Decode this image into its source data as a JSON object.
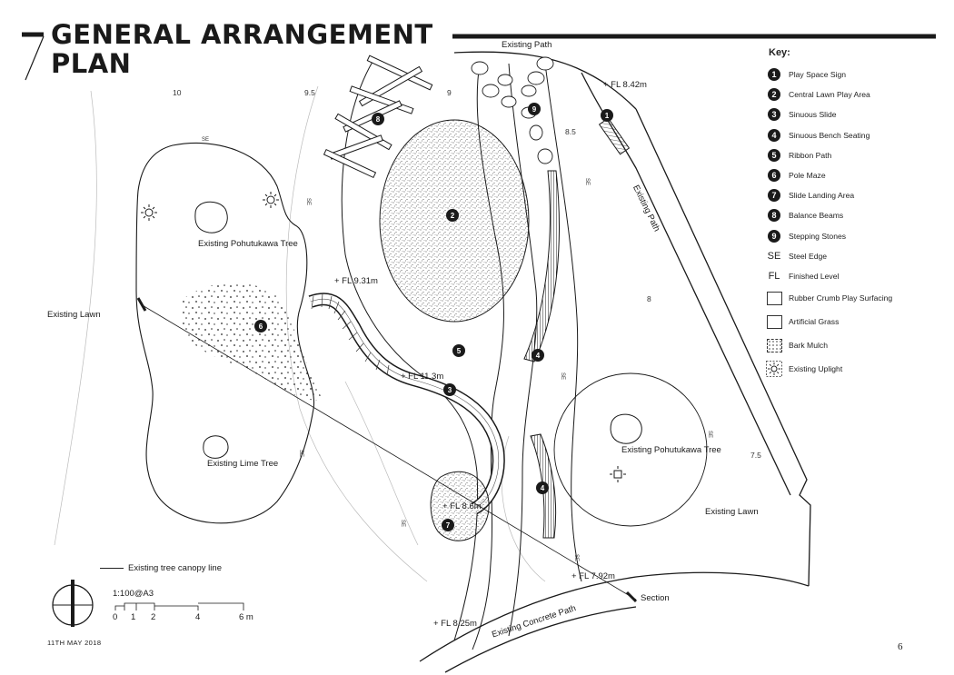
{
  "title": {
    "line1": "GENERAL ARRANGEMENT",
    "line2": "PLAN"
  },
  "key": {
    "heading": "Key:",
    "items": [
      {
        "marker": "1",
        "label": "Play Space Sign"
      },
      {
        "marker": "2",
        "label": "Central Lawn Play Area"
      },
      {
        "marker": "3",
        "label": "Sinuous Slide"
      },
      {
        "marker": "4",
        "label": "Sinuous Bench Seating"
      },
      {
        "marker": "5",
        "label": "Ribbon Path"
      },
      {
        "marker": "6",
        "label": "Pole Maze"
      },
      {
        "marker": "7",
        "label": "Slide Landing Area"
      },
      {
        "marker": "8",
        "label": "Balance Beams"
      },
      {
        "marker": "9",
        "label": "Stepping Stones"
      }
    ],
    "abbreviations": [
      {
        "marker": "SE",
        "label": "Steel Edge"
      },
      {
        "marker": "FL",
        "label": "Finished Level"
      }
    ],
    "materials": [
      {
        "pattern": "rubber-crumb",
        "label": "Rubber Crumb Play Surfacing"
      },
      {
        "pattern": "artificial-grass",
        "label": "Artificial Grass"
      },
      {
        "pattern": "bark-mulch",
        "label": "Bark Mulch"
      },
      {
        "pattern": "uplight-icon",
        "label": "Existing Uplight"
      }
    ]
  },
  "plan_labels": {
    "existing_path_top": "Existing Path",
    "existing_path_right": "Existing Path",
    "fl_842": "+ FL 8.42m",
    "fl_931": "+ FL 9.31m",
    "fl_113": "+ FL 11.3m",
    "fl_86": "+ FL 8.6m",
    "fl_792": "+ FL 7.92m",
    "fl_825": "+ FL 8.25m",
    "existing_lawn_left": "Existing Lawn",
    "existing_lawn_right": "Existing Lawn",
    "pohutukawa_left": "Existing Pohutukawa Tree",
    "pohutukawa_right": "Existing Pohutukawa Tree",
    "lime_tree": "Existing Lime Tree",
    "concrete_path": "Existing Concrete Path",
    "section": "Section",
    "se": "SE"
  },
  "contours": [
    "10",
    "9.5",
    "9",
    "8.5",
    "8",
    "7.5"
  ],
  "legend": {
    "canopy_line": "Existing tree canopy line",
    "scale": "1:100@A3",
    "scale_ticks": [
      "0",
      "1",
      "2",
      "4",
      "6 m"
    ]
  },
  "footer": {
    "date": "11TH MAY 2018",
    "page_number": "6"
  },
  "colors": {
    "ink": "#1a1a1a",
    "paper": "#ffffff"
  }
}
